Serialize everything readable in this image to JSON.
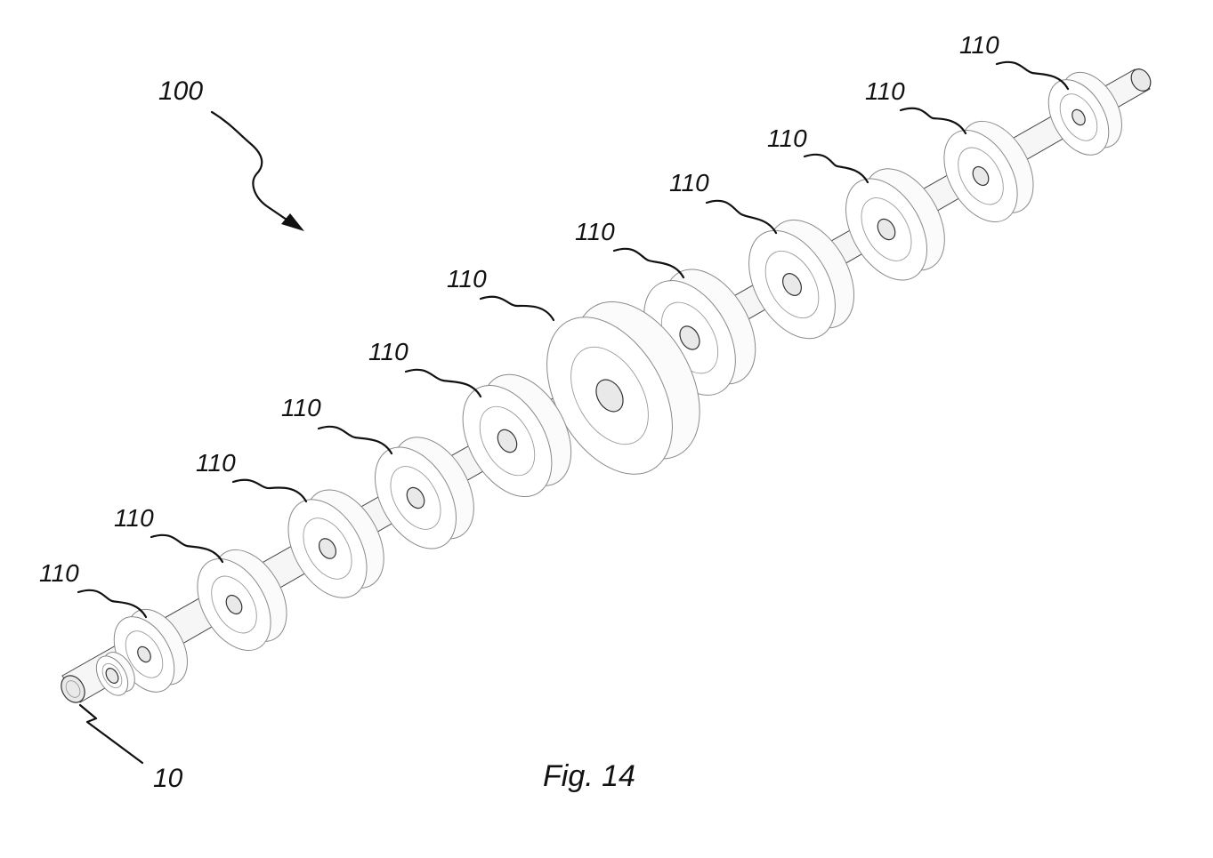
{
  "figure": {
    "caption": "Fig. 14",
    "assembly_label": "100",
    "shaft_label": "10",
    "element_label": "110",
    "element_count": 12
  }
}
